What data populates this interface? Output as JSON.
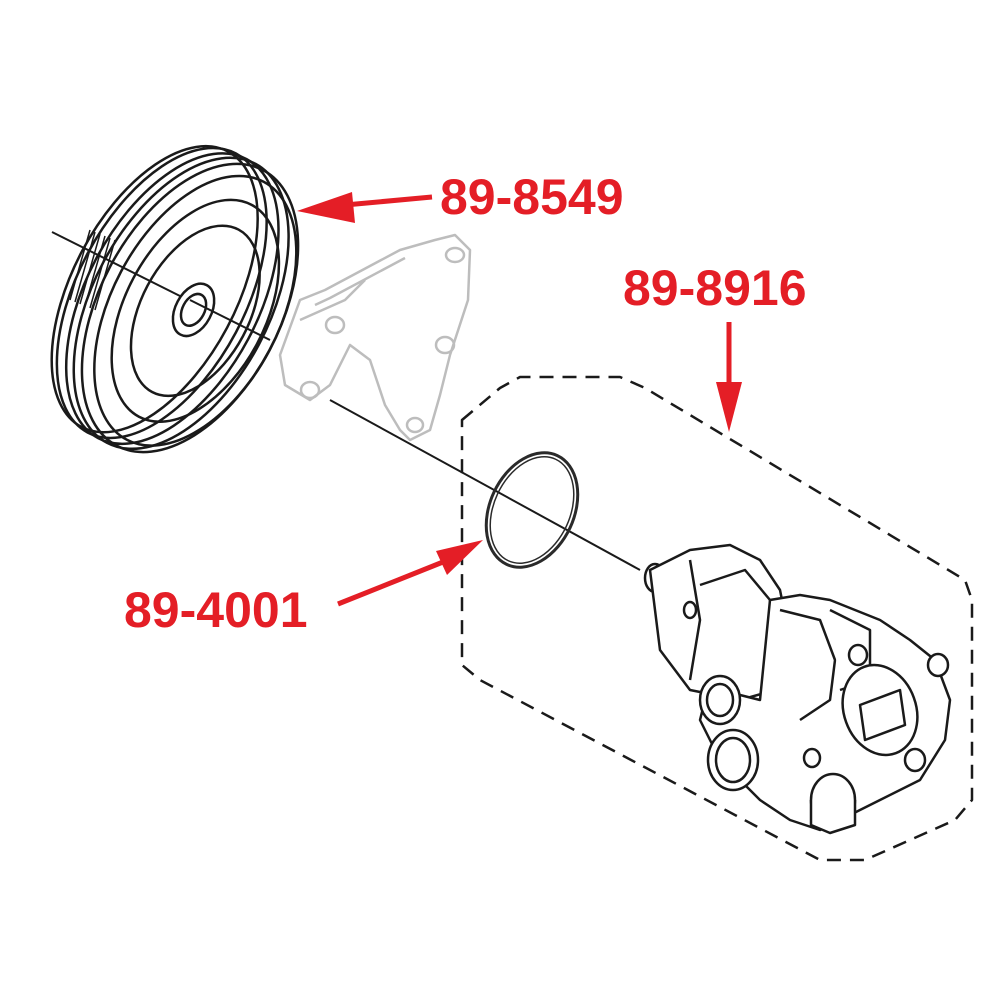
{
  "diagram": {
    "type": "exploded-parts-diagram",
    "subject": "Power steering pump assembly",
    "colors": {
      "callout": "#e41e26",
      "linework": "#1a1a1a",
      "ghosted_part": "#bdbdbd",
      "background": "#ffffff"
    },
    "callouts": [
      {
        "id": "pulley",
        "part_number": "89-8549",
        "part": "pulley"
      },
      {
        "id": "pump",
        "part_number": "89-8916",
        "part": "power steering pump (dashed assembly outline)"
      },
      {
        "id": "oring",
        "part_number": "89-4001",
        "part": "o-ring"
      }
    ],
    "parts": [
      {
        "name": "pulley",
        "style": "solid"
      },
      {
        "name": "mounting-bracket",
        "style": "ghosted"
      },
      {
        "name": "o-ring",
        "style": "solid"
      },
      {
        "name": "pump",
        "style": "solid"
      }
    ]
  }
}
